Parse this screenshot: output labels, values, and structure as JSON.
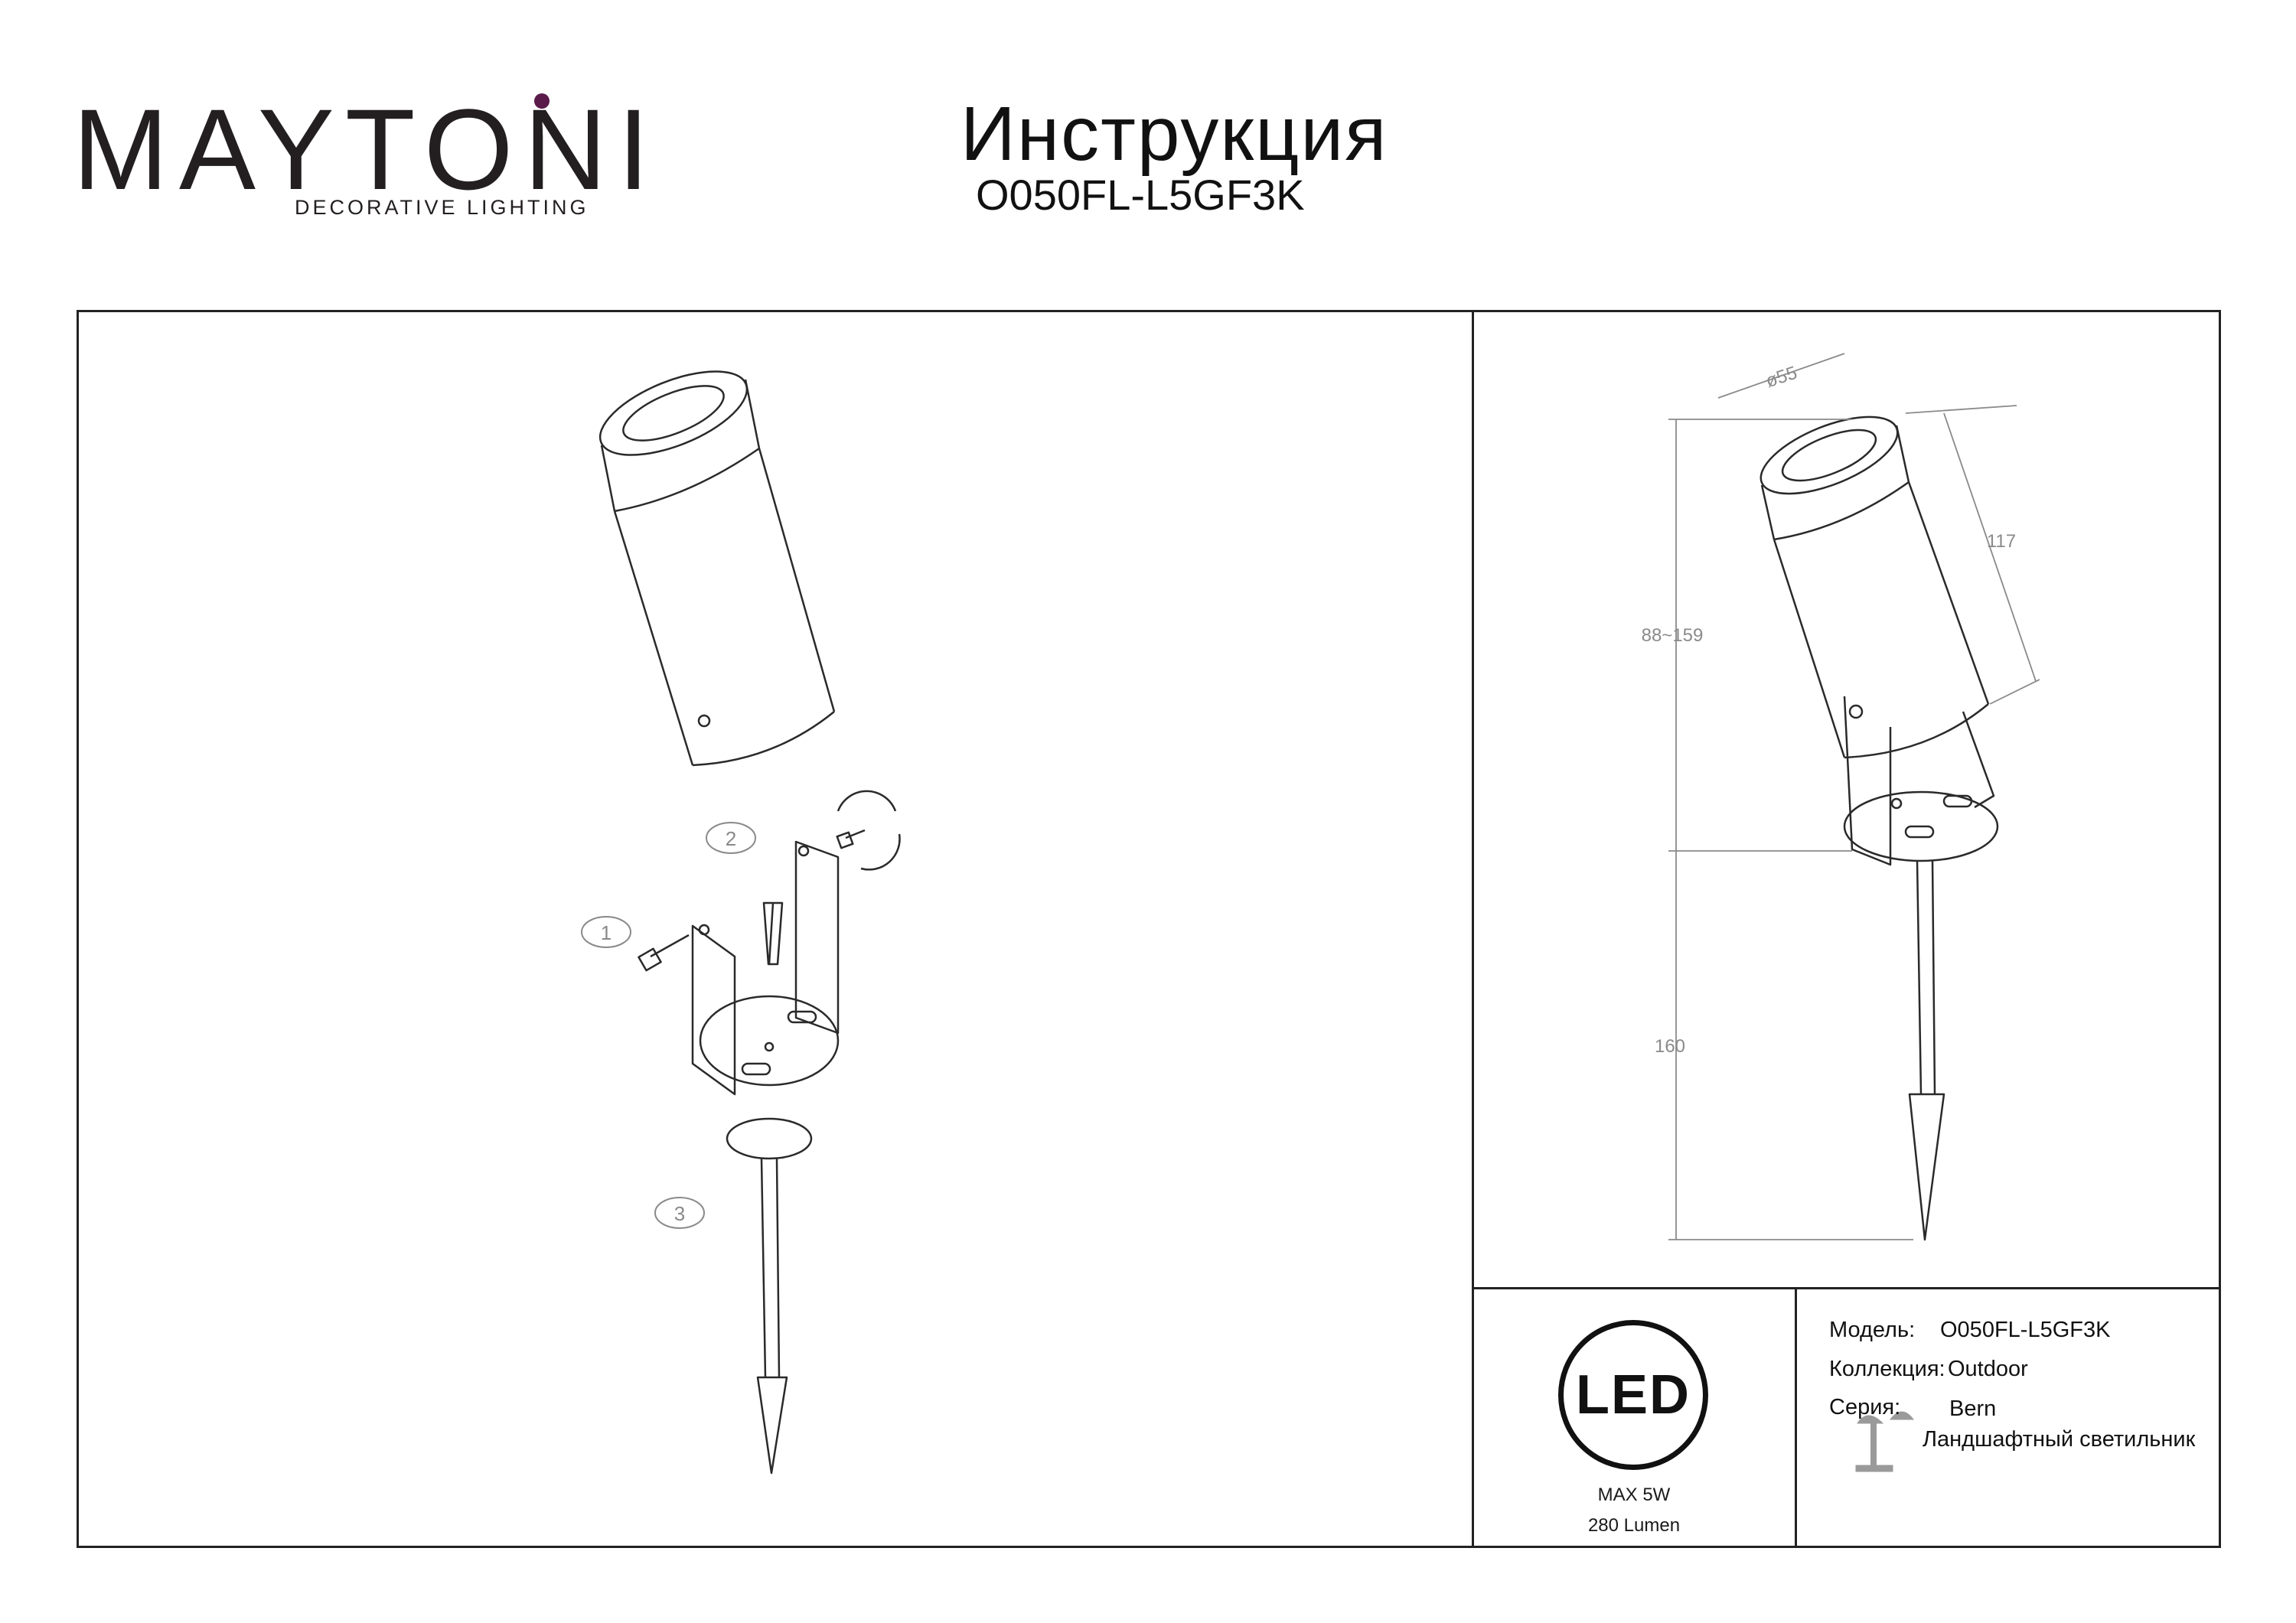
{
  "header": {
    "brand": "MAYTONI",
    "brand_tagline": "DECORATIVE LIGHTING",
    "title": "Инструкция",
    "model_code": "O050FL-L5GF3K"
  },
  "assembly": {
    "steps": [
      "1",
      "2",
      "3"
    ]
  },
  "dimensions": {
    "diameter": "ø55",
    "head_length": "117",
    "height_range": "88~159",
    "spike_length": "160"
  },
  "led_badge": {
    "label": "LED",
    "power": "MAX 5W",
    "lumen": "280 Lumen"
  },
  "specs": {
    "model_label": "Модель:",
    "model_value": "O050FL-L5GF3K",
    "collection_label": "Коллекция:",
    "collection_value": "Outdoor",
    "series_label": "Серия:",
    "series_value": "Bern",
    "type_value": "Ландшафтный светильник"
  },
  "colors": {
    "brand_accent": "#5a1a4a",
    "line": "#222222",
    "dimension_line": "#8a8a8a"
  }
}
